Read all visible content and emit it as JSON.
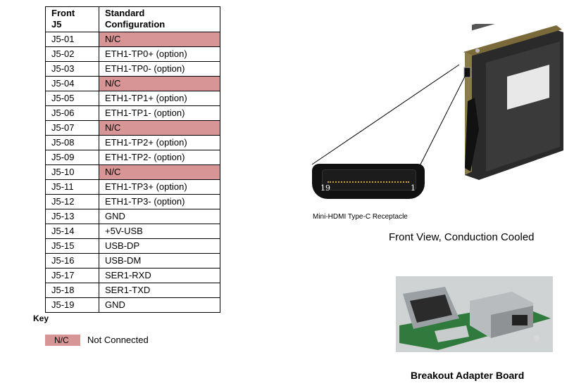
{
  "table": {
    "header": {
      "col1": "Front\nJ5",
      "col2": "Standard\nConfiguration"
    },
    "rows": [
      {
        "pin": "J5-01",
        "config": "N/C",
        "nc": true
      },
      {
        "pin": "J5-02",
        "config": "ETH1-TP0+ (option)",
        "nc": false
      },
      {
        "pin": "J5-03",
        "config": "ETH1-TP0- (option)",
        "nc": false
      },
      {
        "pin": "J5-04",
        "config": "N/C",
        "nc": true
      },
      {
        "pin": "J5-05",
        "config": "ETH1-TP1+ (option)",
        "nc": false
      },
      {
        "pin": "J5-06",
        "config": "ETH1-TP1- (option)",
        "nc": false
      },
      {
        "pin": "J5-07",
        "config": "N/C",
        "nc": true
      },
      {
        "pin": "J5-08",
        "config": "ETH1-TP2+ (option)",
        "nc": false
      },
      {
        "pin": "J5-09",
        "config": "ETH1-TP2- (option)",
        "nc": false
      },
      {
        "pin": "J5-10",
        "config": "N/C",
        "nc": true
      },
      {
        "pin": "J5-11",
        "config": "ETH1-TP3+ (option)",
        "nc": false
      },
      {
        "pin": "J5-12",
        "config": "ETH1-TP3- (option)",
        "nc": false
      },
      {
        "pin": "J5-13",
        "config": "GND",
        "nc": false
      },
      {
        "pin": "J5-14",
        "config": "+5V-USB",
        "nc": false
      },
      {
        "pin": "J5-15",
        "config": "USB-DP",
        "nc": false
      },
      {
        "pin": "J5-16",
        "config": "USB-DM",
        "nc": false
      },
      {
        "pin": "J5-17",
        "config": "SER1-RXD",
        "nc": false
      },
      {
        "pin": "J5-18",
        "config": "SER1-TXD",
        "nc": false
      },
      {
        "pin": "J5-19",
        "config": "GND",
        "nc": false
      }
    ]
  },
  "key": {
    "title": "Key",
    "swatch_label": "N/C",
    "description": "Not Connected",
    "nc_color": "#d89595"
  },
  "connector": {
    "pin_left": "19",
    "pin_right": "1",
    "caption": "Mini-HDMI Type-C Receptacle"
  },
  "front_view_caption": "Front View, Conduction Cooled",
  "breakout_caption": "Breakout Adapter Board"
}
